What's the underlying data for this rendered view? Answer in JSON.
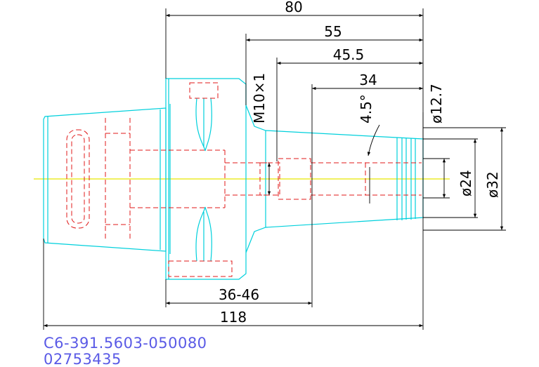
{
  "drawing": {
    "dimensions": {
      "overall_gauge_length": "80",
      "length_55": "55",
      "length_45_5": "45.5",
      "length_34": "34",
      "taper_angle": "4.5°",
      "thread": "M10×1",
      "diameter_12_7": "ø12.7",
      "diameter_24": "ø24",
      "diameter_32": "ø32",
      "adjust_range": "36-46",
      "total_length": "118"
    },
    "part_number": "C6-391.5603-050080",
    "order_code": "02753435"
  },
  "colors": {
    "outline": "#00d0dc",
    "hidden": "#e01818",
    "center_line": "#e8e800",
    "dimension": "#000000",
    "part_text": "#5a5ae6"
  }
}
